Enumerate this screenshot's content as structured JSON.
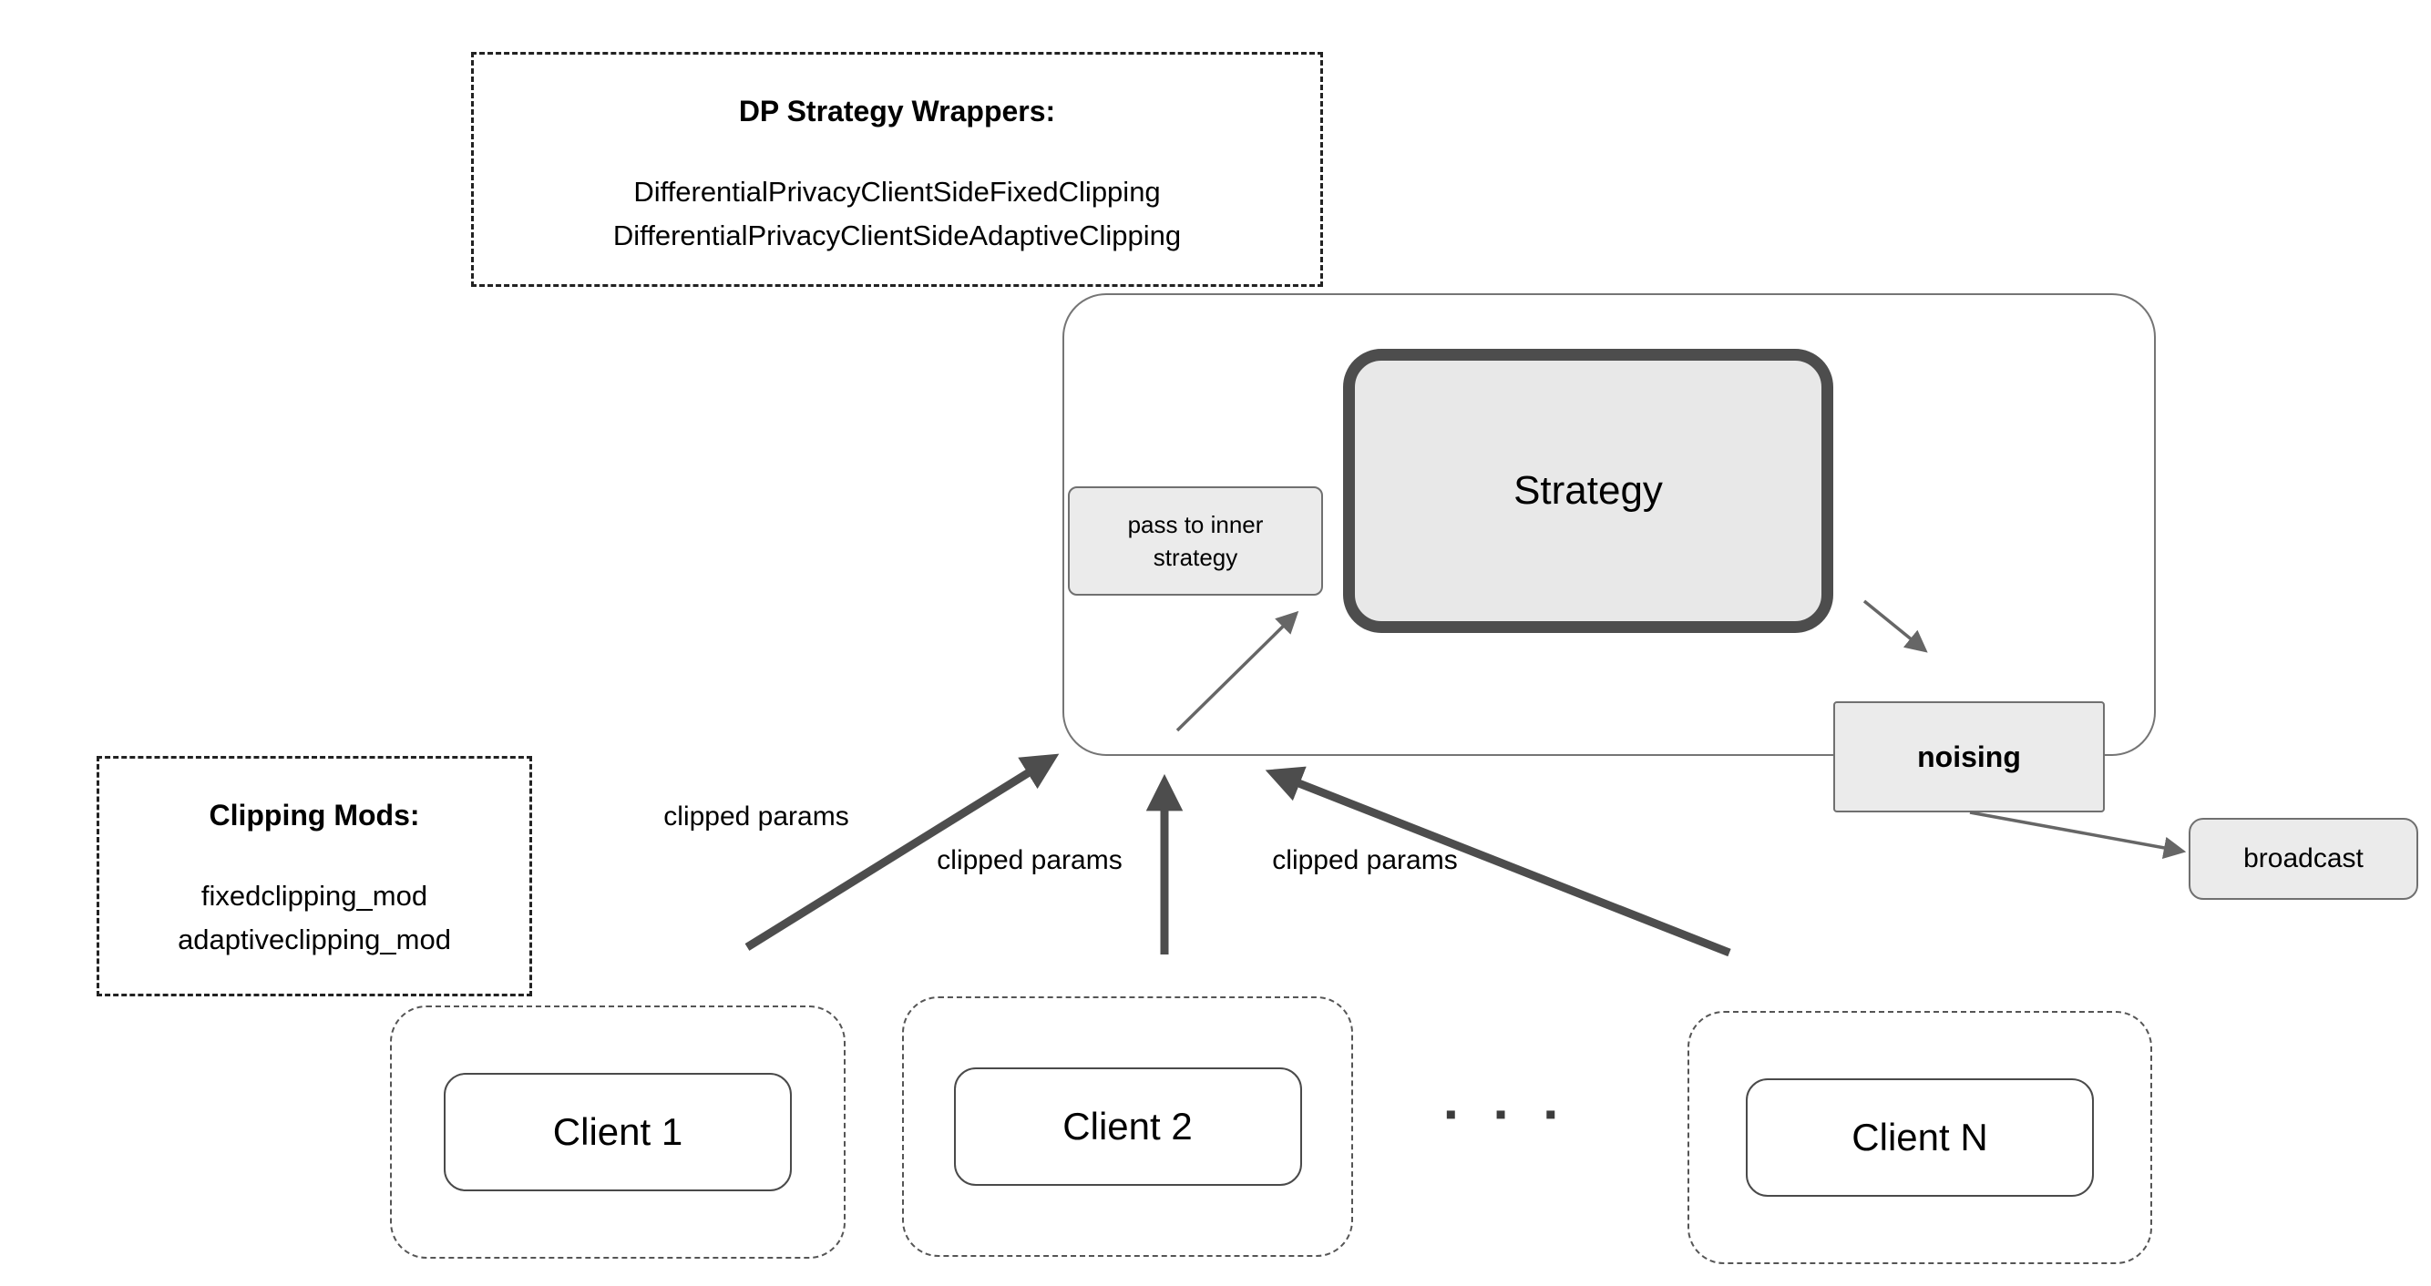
{
  "diagram": {
    "dp_wrappers": {
      "title": "DP Strategy Wrappers:",
      "lines": [
        "DifferentialPrivacyClientSideFixedClipping",
        "DifferentialPrivacyClientSideAdaptiveClipping"
      ]
    },
    "clipping_mods": {
      "title": "Clipping Mods:",
      "lines": [
        "fixedclipping_mod",
        "adaptiveclipping_mod"
      ]
    },
    "server": {
      "pass_to_inner_label": "pass to inner strategy",
      "strategy_label": "Strategy",
      "noising_label": "noising",
      "broadcast_label": "broadcast"
    },
    "clients": [
      {
        "label": "Client 1"
      },
      {
        "label": "Client 2"
      },
      {
        "label": "Client N"
      }
    ],
    "ellipsis": "▪ ▪ ▪",
    "edge_labels": {
      "client1": "clipped params",
      "client2": "clipped params",
      "clientN": "clipped params"
    },
    "colors": {
      "box_fill": "#ebebeb",
      "strategy_border": "#4d4d4d",
      "outline": "#707070",
      "arrow_thick": "#4d4d4d",
      "arrow_thin": "#666666",
      "text": "#000000"
    }
  }
}
